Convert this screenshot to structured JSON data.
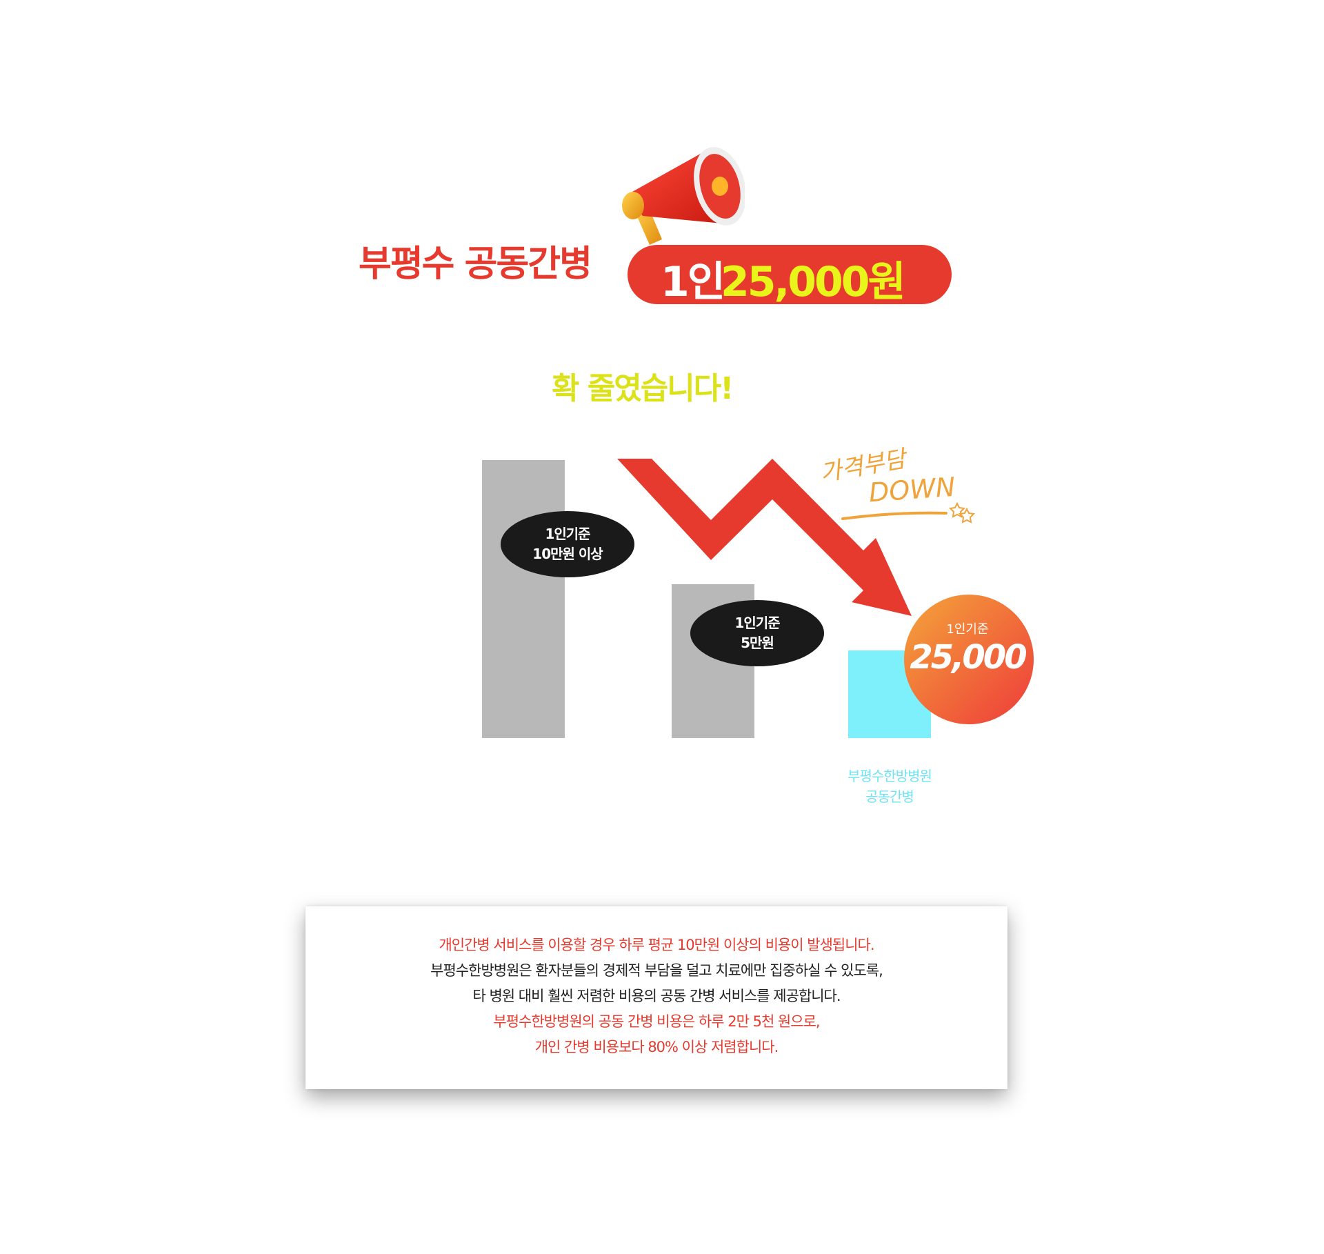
{
  "header": {
    "headline": "부평수 공동간병",
    "price_prefix": "1인",
    "price_amount": "25,000원",
    "subheadline": "확 줄였습니다!",
    "colors": {
      "red": "#e63a2e",
      "yellow": "#e9f41a",
      "subheadline": "#dbe21a"
    }
  },
  "chart": {
    "bar1_label_line1": "1인기준",
    "bar1_label_line2": "10만원 이상",
    "bar2_label_line1": "1인기준",
    "bar2_label_line2": "5만원",
    "circle_label": "1인기준",
    "circle_value": "25,000",
    "caption_line1": "부평수한방병원",
    "caption_line2": "공동간병",
    "handwritten_line1": "가격부담",
    "handwritten_line2": "DOWN",
    "colors": {
      "bar_gray": "#b8b8b8",
      "bar_cyan": "#7ef0fc",
      "arrow": "#e63a2e",
      "bubble": "#1a1a1a"
    }
  },
  "chart_data": {
    "type": "bar",
    "categories": [
      "",
      "",
      "부평수한방병원 공동간병"
    ],
    "values": [
      100000,
      50000,
      25000
    ],
    "value_labels": [
      "1인기준 10만원 이상",
      "1인기준 5만원",
      "1인기준 25,000"
    ]
  },
  "info": {
    "lines": [
      "개인간병 서비스를 이용할 경우 하루 평균 10만원 이상의 비용이 발생됩니다.",
      "부평수한방병원은 환자분들의 경제적 부담을 덜고 치료에만 집중하실 수 있도록,",
      "타 병원 대비 훨씬 저렴한 비용의 공동 간병 서비스를 제공합니다.",
      "부평수한방병원의 공동 간병 비용은 하루 2만 5천 원으로,",
      "개인 간병 비용보다 80% 이상  저렴합니다."
    ]
  }
}
